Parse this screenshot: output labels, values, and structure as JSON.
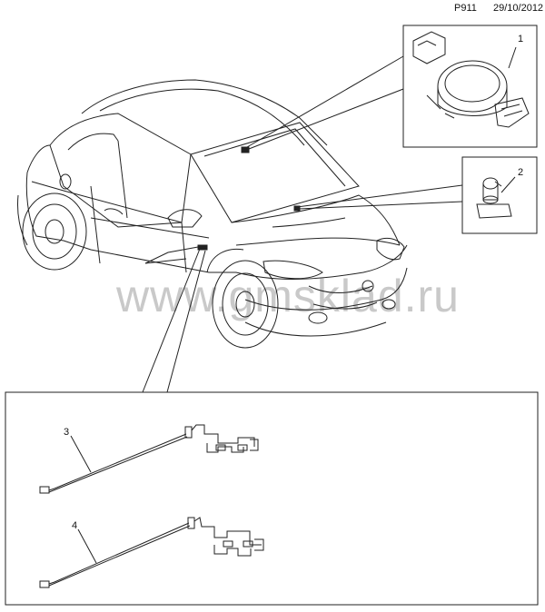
{
  "header": {
    "code": "P911",
    "date": "29/10/2012"
  },
  "watermark": "www.gmsklad.ru",
  "callouts": [
    "1",
    "2",
    "3",
    "4"
  ]
}
